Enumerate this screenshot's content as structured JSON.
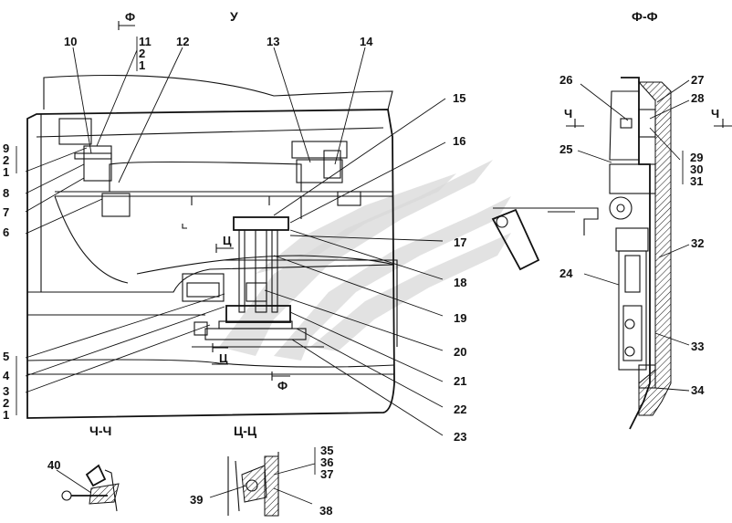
{
  "labels": {
    "view_u": "У",
    "section_ff": "Ф-Ф",
    "section_chch": "Ч-Ч",
    "section_tsts": "Ц-Ц",
    "mark_f": "Ф",
    "mark_ch": "Ч",
    "mark_ts": "Ц"
  },
  "callouts": {
    "c1": "1",
    "c2": "2",
    "c3": "3",
    "c4": "4",
    "c5": "5",
    "c6": "6",
    "c7": "7",
    "c8": "8",
    "c9": "9",
    "c10": "10",
    "c11": "11",
    "c12": "12",
    "c13": "13",
    "c14": "14",
    "c15": "15",
    "c16": "16",
    "c17": "17",
    "c18": "18",
    "c19": "19",
    "c20": "20",
    "c21": "21",
    "c22": "22",
    "c23": "23",
    "c24": "24",
    "c25": "25",
    "c26": "26",
    "c27": "27",
    "c28": "28",
    "c29": "29",
    "c30": "30",
    "c31": "31",
    "c32": "32",
    "c33": "33",
    "c34": "34",
    "c35": "35",
    "c36": "36",
    "c37": "37",
    "c38": "38",
    "c39": "39",
    "c40": "40"
  },
  "colors": {
    "line": "#111111",
    "watermark": "#d8d8d8",
    "background": "#ffffff"
  }
}
